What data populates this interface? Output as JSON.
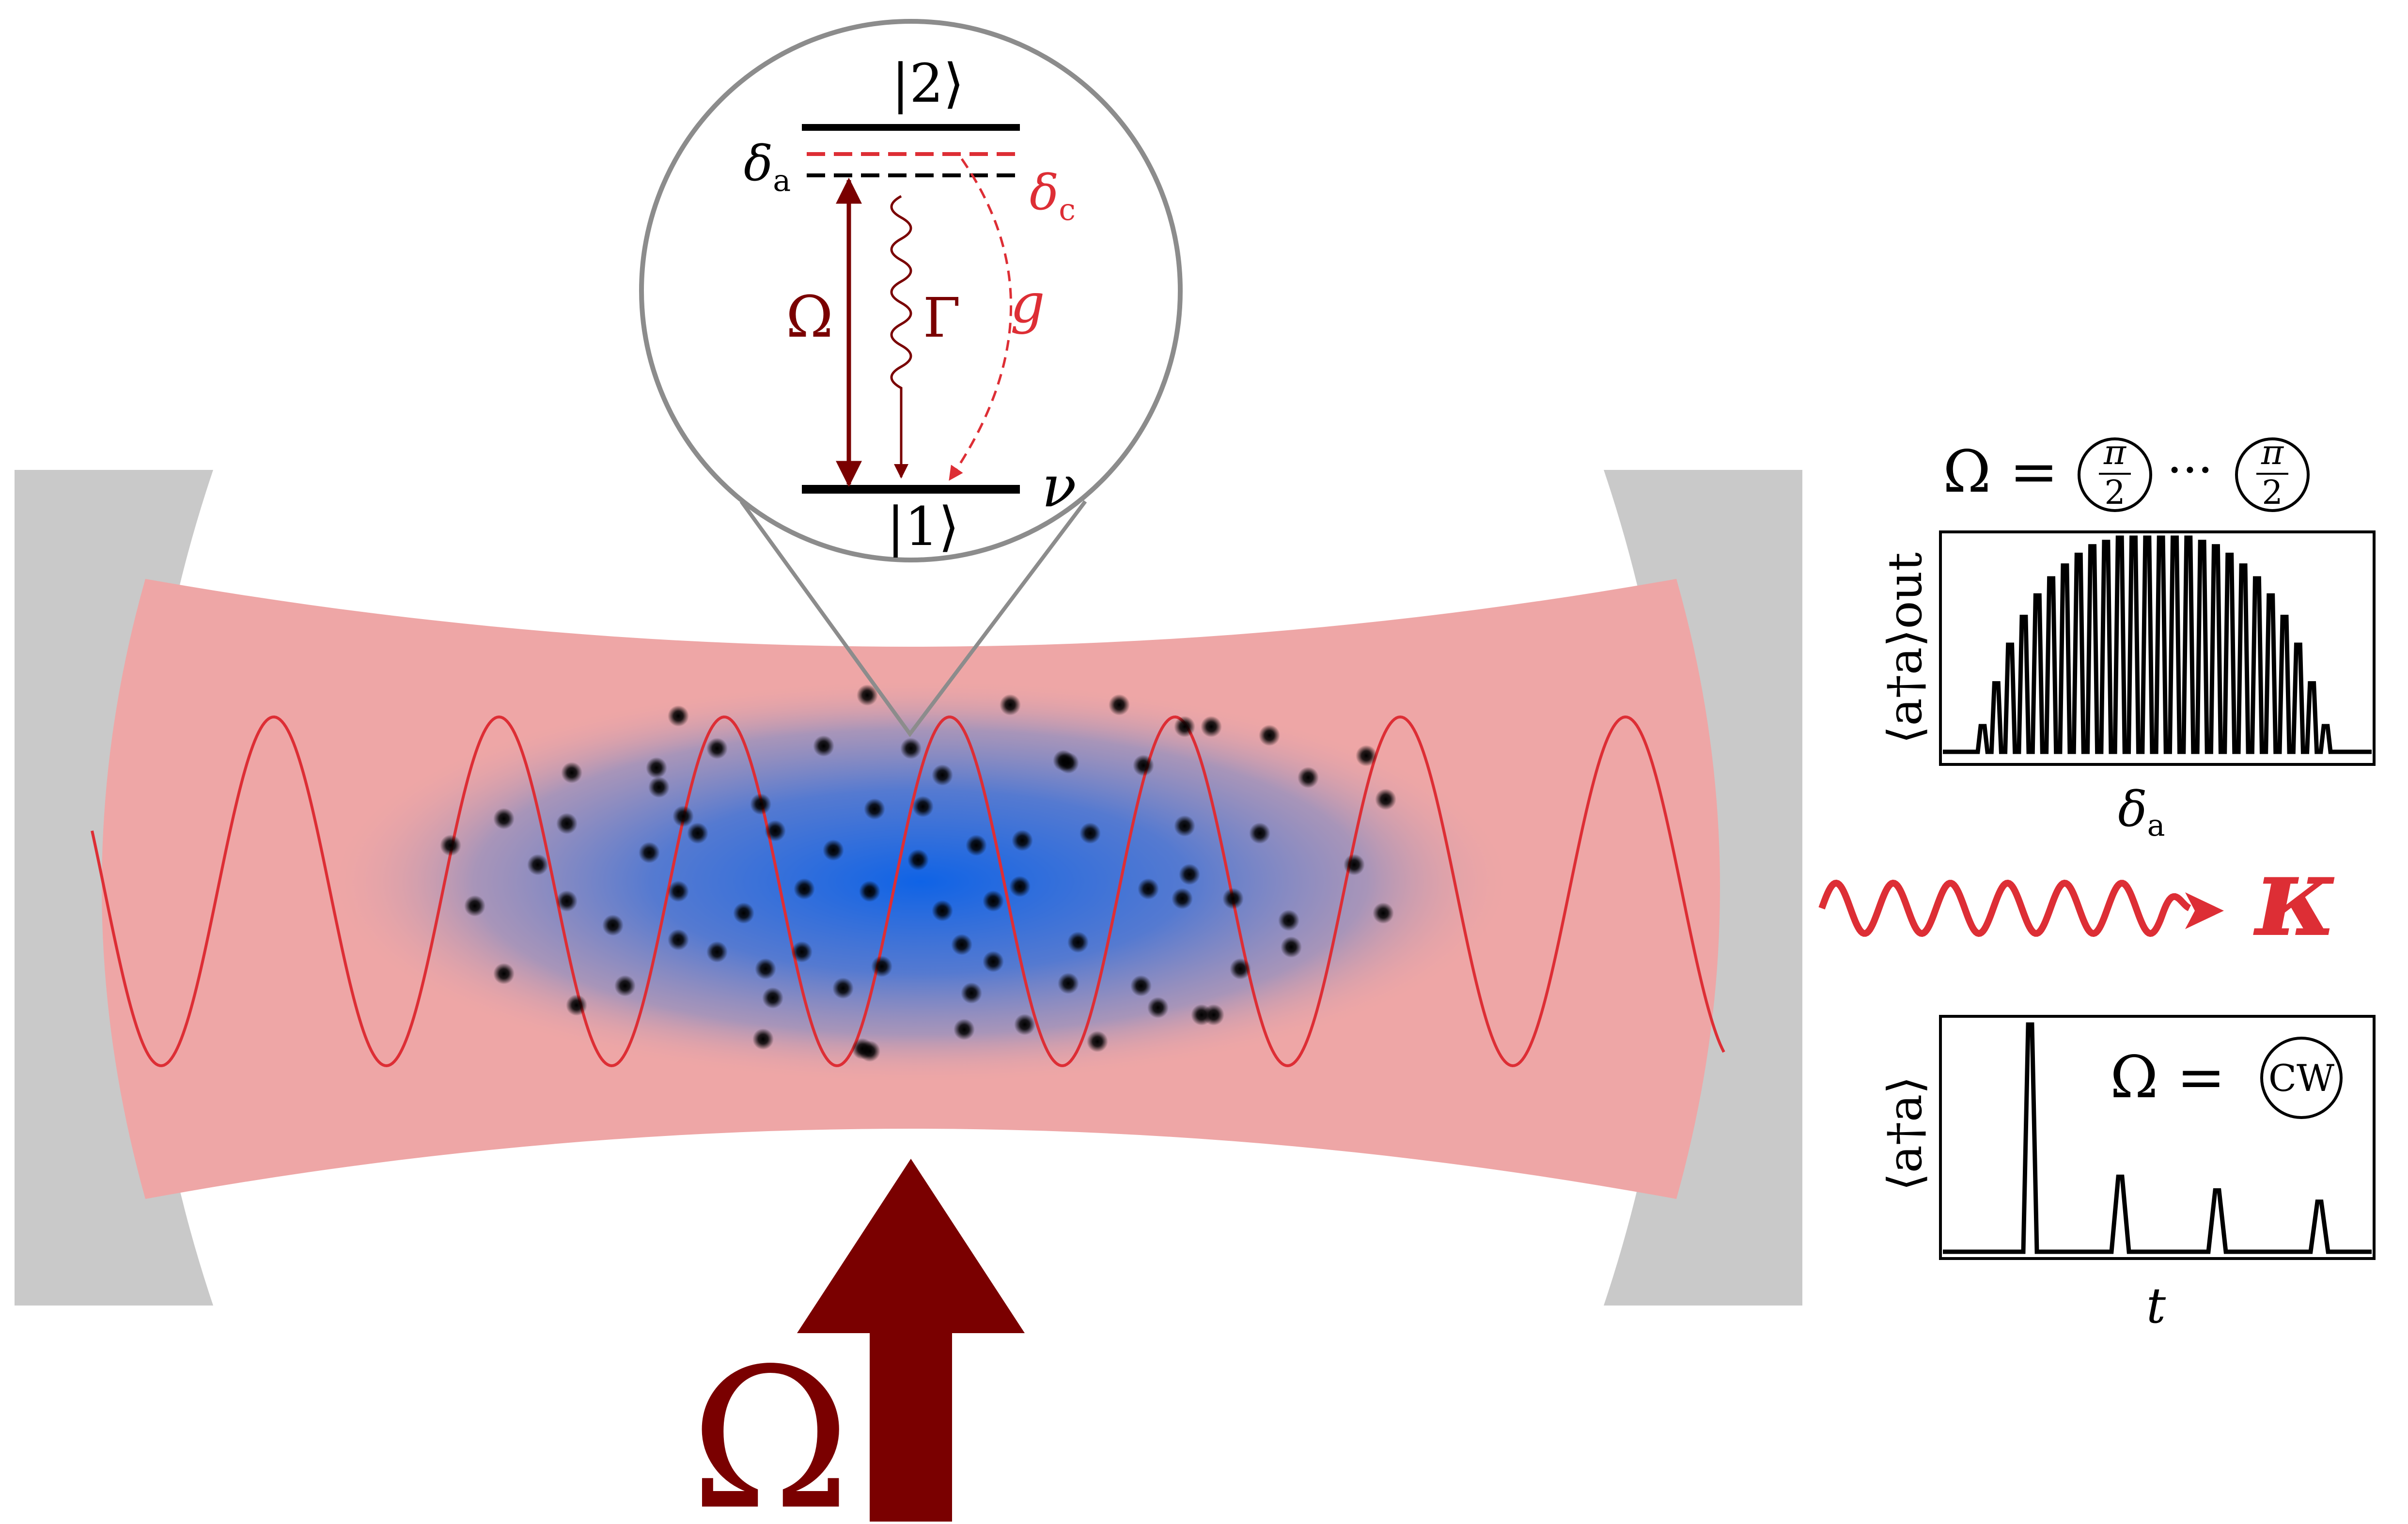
{
  "level_diagram": {
    "upper_state": "|2⟩",
    "lower_state": "|1⟩",
    "delta_a": "δ",
    "delta_a_sub": "a",
    "delta_c": "δ",
    "delta_c_sub": "c",
    "omega": "Ω",
    "gamma": "Γ",
    "coupling": "g",
    "nu": "ν"
  },
  "top_plot": {
    "pulse_label": "Ω =",
    "pulse_symbol": "π",
    "pulse_denominator": "2",
    "ellipsis": "···",
    "ylabel": "⟨a†a⟩out",
    "xlabel_main": "δ",
    "xlabel_sub": "a"
  },
  "decay_label": "κ",
  "bottom_plot": {
    "drive_label": "Ω =",
    "drive_mode": "CW",
    "ylabel": "⟨a†a⟩",
    "xlabel": "t"
  },
  "pump_label": "Ω",
  "colors": {
    "mode": "#eea6a6",
    "wave": "#dd2e35",
    "mirror": "#c9c9c9",
    "atom_cloud": "#1a5fe0",
    "dark_red": "#7a0000",
    "magnifier": "#8c8c8c"
  },
  "chart_data": [
    {
      "type": "line",
      "title": "",
      "xlabel": "δa",
      "ylabel": "⟨a†a⟩out",
      "series": [
        {
          "peak_heights": [
            0.12,
            0.32,
            0.5,
            0.63,
            0.73,
            0.81,
            0.87,
            0.92,
            0.96,
            0.98,
            1.0,
            1.0,
            1.0,
            1.0,
            1.0,
            1.0,
            0.98,
            0.96,
            0.92,
            0.87,
            0.81,
            0.73,
            0.63,
            0.5,
            0.32,
            0.12
          ]
        }
      ]
    },
    {
      "type": "line",
      "title": "",
      "xlabel": "t",
      "ylabel": "⟨a†a⟩",
      "series": [
        {
          "peak_heights": [
            1.0,
            0.33,
            0.27,
            0.22
          ]
        }
      ]
    }
  ]
}
